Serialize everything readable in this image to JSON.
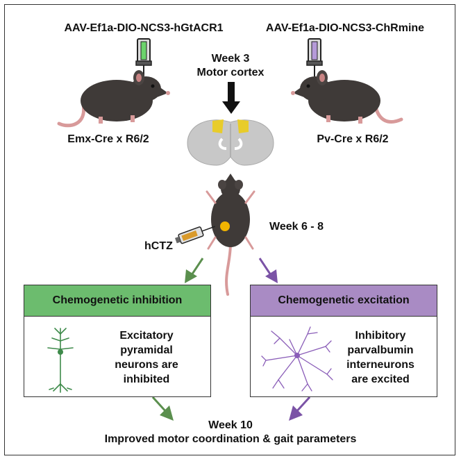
{
  "colors": {
    "inhibition": "#6cbc6e",
    "excitation": "#a98bc4",
    "arrow_green": "#5b8f4e",
    "arrow_purple": "#7b53a6",
    "motor_cortex": "#e8cc2a",
    "mouse_body": "#3f3a38",
    "brain": "#c8c8c8"
  },
  "left_virus": "AAV-Ef1a-DIO-NCS3-hGtACR1",
  "right_virus": "AAV-Ef1a-DIO-NCS3-ChRmine",
  "left_mouse_label": "Emx-Cre x R6/2",
  "right_mouse_label": "Pv-Cre x R6/2",
  "injection": {
    "week": "Week 3",
    "site": "Motor cortex"
  },
  "treatment": {
    "drug": "hCTZ",
    "week": "Week 6 - 8"
  },
  "inhibition_box": {
    "title": "Chemogenetic inhibition",
    "lines": [
      "Excitatory",
      "pyramidal",
      "neurons are",
      "inhibited"
    ],
    "neuron_icon": "pyramidal-neuron-icon"
  },
  "excitation_box": {
    "title": "Chemogenetic excitation",
    "lines": [
      "Inhibitory",
      "parvalbumin",
      "interneurons",
      "are excited"
    ],
    "neuron_icon": "interneuron-icon"
  },
  "outcome": {
    "week": "Week 10",
    "text": "Improved motor coordination & gait parameters"
  }
}
